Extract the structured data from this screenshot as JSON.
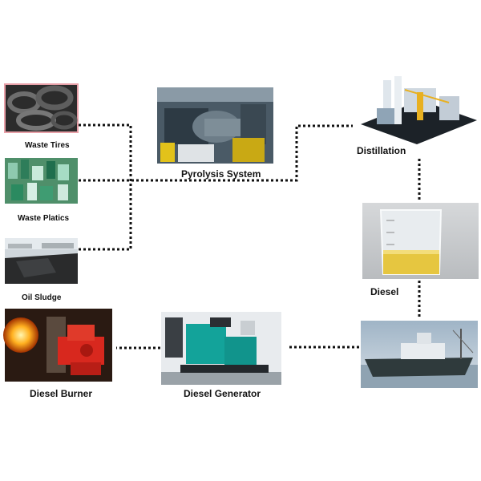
{
  "nodes": {
    "waste_tires": "Waste Tires",
    "waste_plastics": "Waste Platics",
    "oil_sludge": "Oil Sludge",
    "pyrolysis": "Pyrolysis System",
    "distillation": "Distillation",
    "diesel": "Diesel",
    "diesel_burner": "Diesel Burner",
    "diesel_generator": "Diesel Generator"
  },
  "colors": {
    "connector": "#111111",
    "pink_frame": "#e8a0a8",
    "generator_teal": "#13a39a",
    "burner_red": "#d8281e",
    "diesel_fuel": "#e6c640",
    "ship_hull": "#2f3a3c"
  }
}
